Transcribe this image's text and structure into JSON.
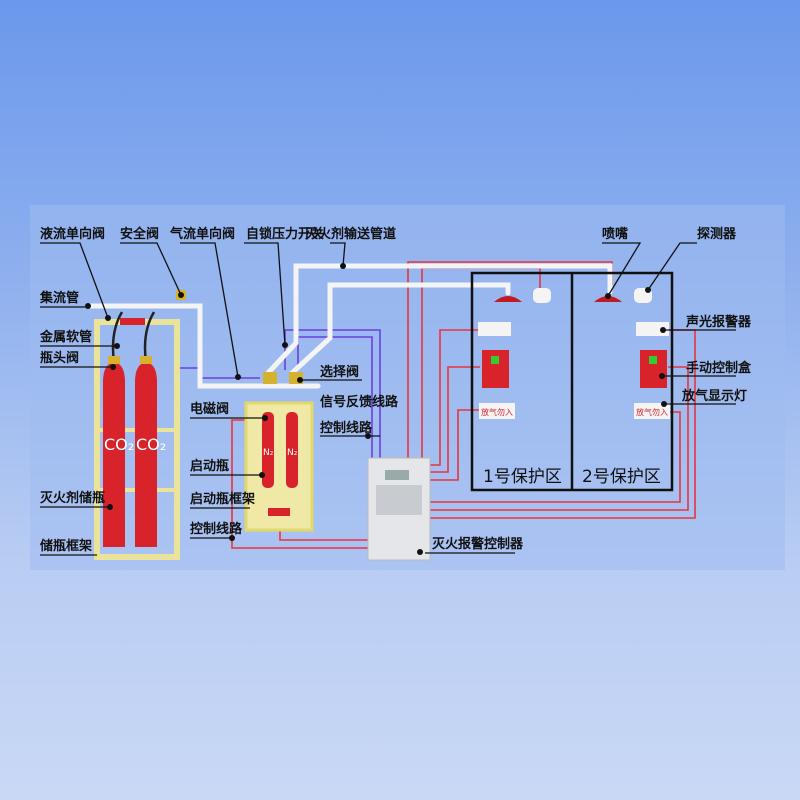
{
  "labels": {
    "liquid_check_valve": "液流单向阀",
    "safety_valve": "安全阀",
    "gas_check_valve": "气流单向阀",
    "pressure_switch": "自锁压力开关",
    "delivery_pipe": "灭火剂输送管道",
    "nozzle": "喷嘴",
    "detector": "探测器",
    "manifold": "集流管",
    "metal_hose": "金属软管",
    "cylinder_valve": "瓶头阀",
    "selector_valve": "选择阀",
    "solenoid_valve": "电磁阀",
    "feedback_line": "信号反馈线路",
    "control_line_a": "控制线路",
    "start_bottle": "启动瓶",
    "start_bottle_frame": "启动瓶框架",
    "control_line_b": "控制线路",
    "agent_cylinder": "灭火剂储瓶",
    "cylinder_frame": "储瓶框架",
    "controller": "灭火报警控制器",
    "alarm": "声光报警器",
    "manual_box": "手动控制盒",
    "discharge_lamp": "放气显示灯"
  },
  "zones": {
    "zone1": "1号保护区",
    "zone2": "2号保护区"
  },
  "devices": {
    "co2": "CO₂",
    "n2": "N₂",
    "lamp_text": "放气勿入"
  },
  "colors": {
    "cylinder": "#d8232a",
    "frame": "#ede6a0",
    "wire_red": "#e8353d",
    "wire_purple": "#6a3fe0"
  }
}
